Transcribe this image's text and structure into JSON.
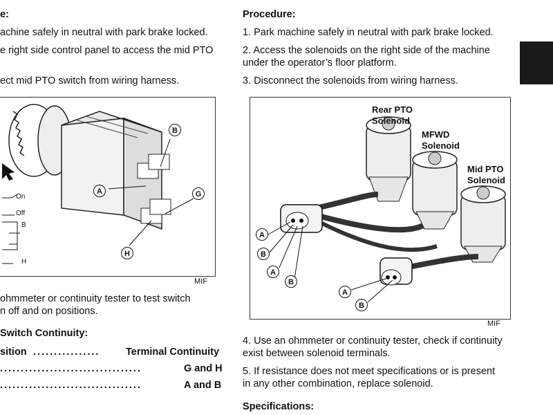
{
  "left": {
    "heading": "e:",
    "step1": "achine safely in neutral with park brake locked.",
    "step2a": "e right side control panel to access the mid PTO",
    "step3": "ect mid PTO switch from wiring harness.",
    "figure": {
      "callouts": [
        "B",
        "A",
        "G",
        "H"
      ],
      "switch_labels": [
        "On",
        "Off",
        "B",
        "H"
      ],
      "mif": "MIF"
    },
    "step4a": "ohmmeter or continuity tester to test switch",
    "step4b": "n off and on positions.",
    "table_heading": "Switch Continuity:",
    "table_header_pos": "sition",
    "table_header_dots": "................",
    "table_header_term": "Terminal Continuity",
    "row1_dots": "..................................",
    "row1_val": "G and H",
    "row2_dots": "..................................",
    "row2_val": "A and B"
  },
  "right": {
    "heading": "Procedure:",
    "step1": "1.  Park machine safely in neutral with park brake locked.",
    "step2a": "2.  Access the solenoids on the right side of the machine",
    "step2b": "under the operator’s floor platform.",
    "step3": "3.  Disconnect the solenoids from wiring harness.",
    "figure": {
      "rear_pto_1": "Rear PTO",
      "rear_pto_2": "Solenoid",
      "mfwd_1": "MFWD",
      "mfwd_2": "Solenoid",
      "mid_pto_1": "Mid PTO",
      "mid_pto_2": "Solenoid",
      "callouts": [
        "A",
        "B",
        "A",
        "B",
        "A",
        "B"
      ],
      "mif": "MIF"
    },
    "step4a": "4.  Use an ohmmeter or continuity tester, check if continuity",
    "step4b": "exist between solenoid terminals.",
    "step5a": "5.  If resistance does not meet specifications or is present",
    "step5b": "in any other combination, replace solenoid.",
    "spec_heading": "Specifications:"
  }
}
